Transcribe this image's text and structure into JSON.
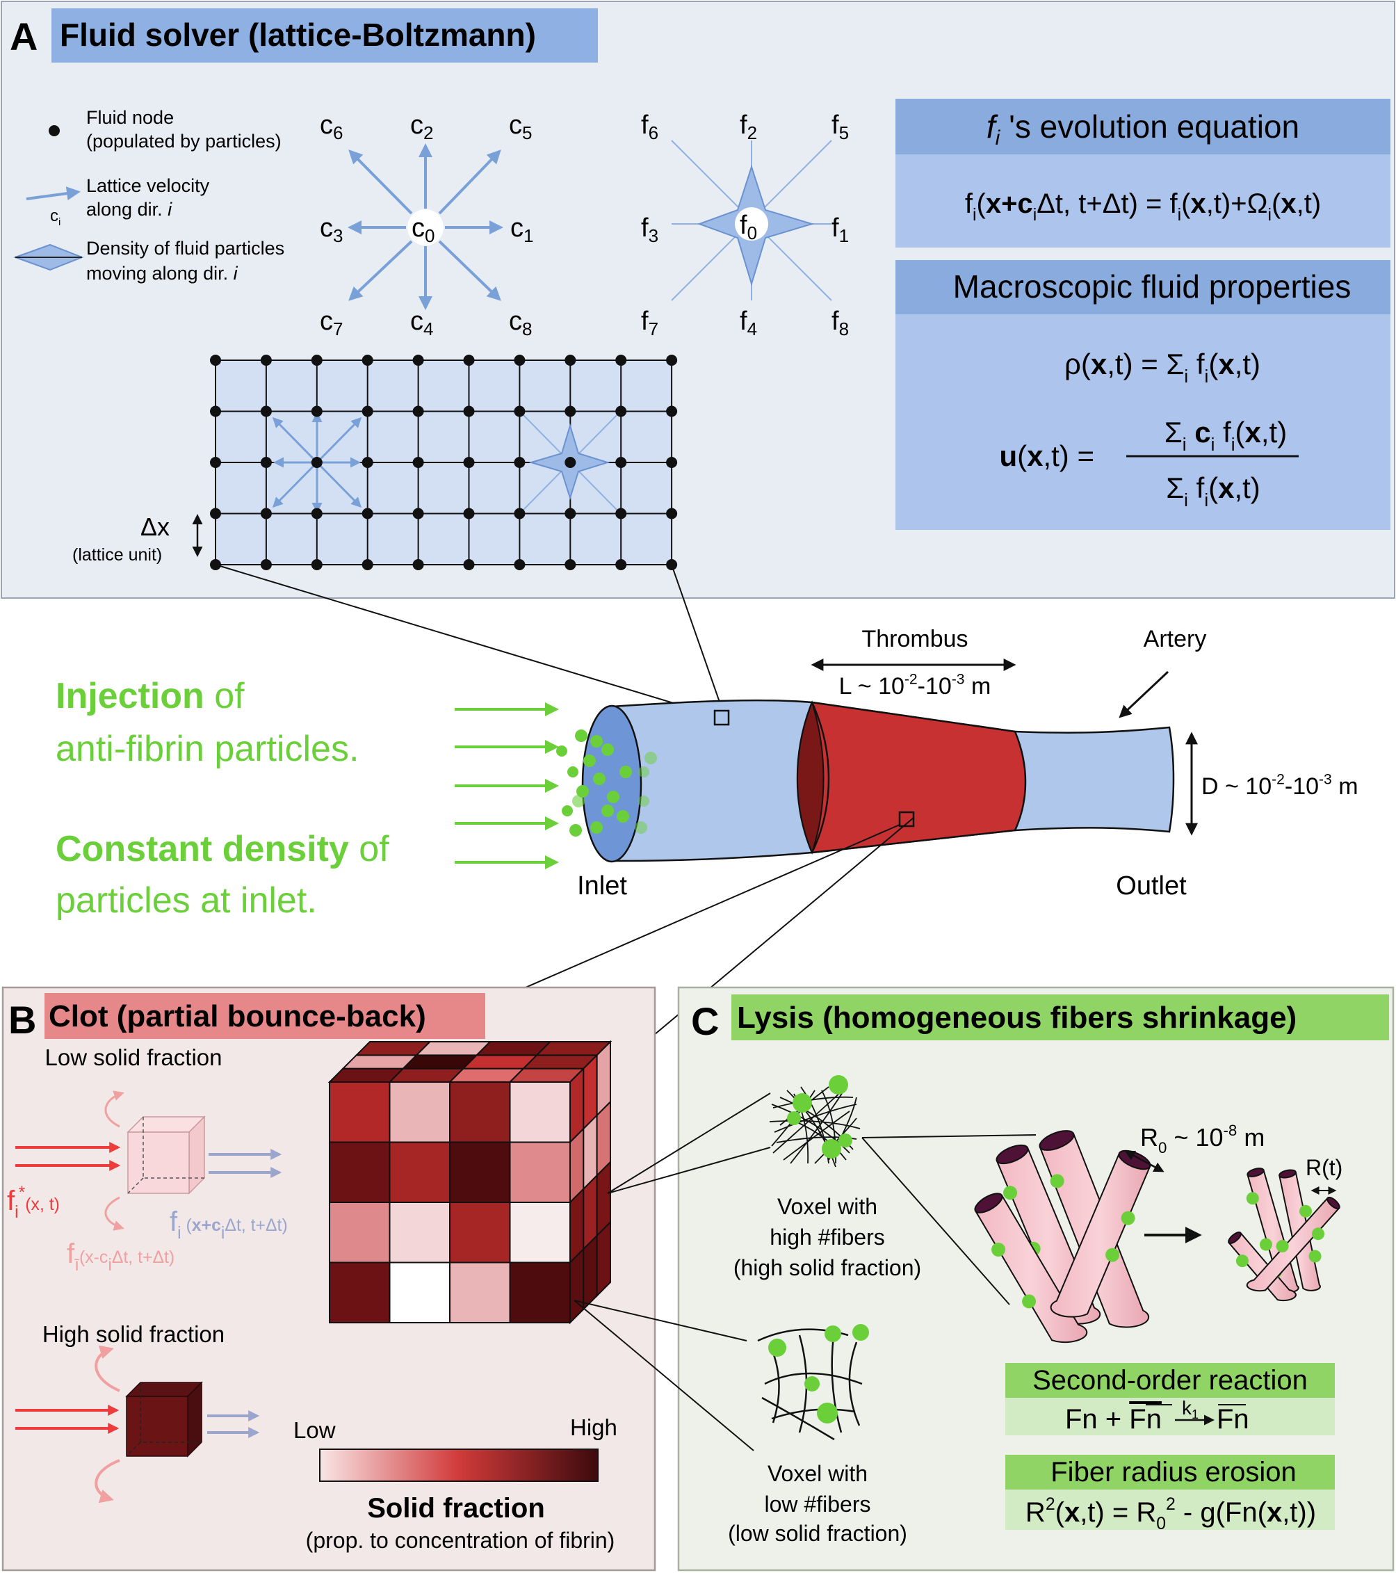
{
  "panelA": {
    "letter": "A",
    "title": "Fluid solver (lattice-Boltzmann)",
    "legend": {
      "node_line1": "Fluid node",
      "node_line2": "(populated by particles)",
      "ci_symbol": "c",
      "ci_sub": "i",
      "velocity_line1": "Lattice velocity",
      "velocity_line2": "along dir. ",
      "density_line1": "Density of fluid particles",
      "density_line2": "moving along dir. ",
      "dir_index": "i"
    },
    "velocity_labels": [
      {
        "s": "c",
        "n": "6"
      },
      {
        "s": "c",
        "n": "2"
      },
      {
        "s": "c",
        "n": "5"
      },
      {
        "s": "c",
        "n": "3"
      },
      {
        "s": "c",
        "n": "0"
      },
      {
        "s": "c",
        "n": "1"
      },
      {
        "s": "c",
        "n": "7"
      },
      {
        "s": "c",
        "n": "4"
      },
      {
        "s": "c",
        "n": "8"
      }
    ],
    "density_labels": [
      {
        "s": "f",
        "n": "6"
      },
      {
        "s": "f",
        "n": "2"
      },
      {
        "s": "f",
        "n": "5"
      },
      {
        "s": "f",
        "n": "3"
      },
      {
        "s": "f",
        "n": "0"
      },
      {
        "s": "f",
        "n": "1"
      },
      {
        "s": "f",
        "n": "7"
      },
      {
        "s": "f",
        "n": "4"
      },
      {
        "s": "f",
        "n": "8"
      }
    ],
    "lattice_dx": "Δx",
    "lattice_unit": "(lattice unit)",
    "evolution": {
      "header_f": "f",
      "header_i": "i",
      "header_rest": " 's evolution equation",
      "eq": [
        {
          "t": "f"
        },
        {
          "t": "i",
          "sub": true
        },
        {
          "t": "("
        },
        {
          "t": "x+c",
          "b": true
        },
        {
          "t": "i",
          "sub": true
        },
        {
          "t": "Δt, t+Δt) = f"
        },
        {
          "t": "i",
          "sub": true
        },
        {
          "t": "("
        },
        {
          "t": "x",
          "b": true
        },
        {
          "t": ",t)+Ω"
        },
        {
          "t": "i",
          "sub": true
        },
        {
          "t": "("
        },
        {
          "t": "x",
          "b": true
        },
        {
          "t": ",t)"
        }
      ]
    },
    "macro": {
      "header": "Macroscopic fluid properties",
      "rho": [
        {
          "t": "ρ("
        },
        {
          "t": "x",
          "b": true
        },
        {
          "t": ",t) = Σ"
        },
        {
          "t": "i",
          "sub": true
        },
        {
          "t": " f"
        },
        {
          "t": "i",
          "sub": true
        },
        {
          "t": "("
        },
        {
          "t": "x",
          "b": true
        },
        {
          "t": ",t)"
        }
      ],
      "u_lhs": [
        {
          "t": "u",
          "b": true
        },
        {
          "t": "("
        },
        {
          "t": "x",
          "b": true
        },
        {
          "t": ",t) ="
        }
      ],
      "u_num": [
        {
          "t": "Σ"
        },
        {
          "t": "i",
          "sub": true
        },
        {
          "t": " "
        },
        {
          "t": "c",
          "b": true
        },
        {
          "t": "i",
          "sub": true
        },
        {
          "t": " f"
        },
        {
          "t": "i",
          "sub": true
        },
        {
          "t": "("
        },
        {
          "t": "x",
          "b": true
        },
        {
          "t": ",t)"
        }
      ],
      "u_den": [
        {
          "t": "Σ"
        },
        {
          "t": "i",
          "sub": true
        },
        {
          "t": " f"
        },
        {
          "t": "i",
          "sub": true
        },
        {
          "t": "("
        },
        {
          "t": "x",
          "b": true
        },
        {
          "t": ",t)"
        }
      ]
    }
  },
  "middle": {
    "injection_bold": "Injection",
    "injection_rest": " of",
    "injection_line2": "anti-fibrin particles.",
    "density_bold": "Constant density",
    "density_rest": " of",
    "density_line2": "particles at inlet.",
    "thrombus_label": "Thrombus",
    "thrombus_size": [
      {
        "t": "L ~ 10"
      },
      {
        "t": "-2",
        "sup": true
      },
      {
        "t": "-10"
      },
      {
        "t": "-3",
        "sup": true
      },
      {
        "t": " m"
      }
    ],
    "artery_label": "Artery",
    "diameter": [
      {
        "t": "D ~ 10"
      },
      {
        "t": "-2",
        "sup": true
      },
      {
        "t": "-10"
      },
      {
        "t": "-3",
        "sup": true
      },
      {
        "t": " m"
      }
    ],
    "inlet": "Inlet",
    "outlet": "Outlet"
  },
  "panelB": {
    "letter": "B",
    "title": "Clot (partial bounce-back)",
    "low_solid": "Low solid fraction",
    "high_solid": "High solid fraction",
    "fstar": [
      {
        "t": "f"
      },
      {
        "t": "i",
        "sub": true
      },
      {
        "t": "*",
        "sup": true
      },
      {
        "t": "(x, t)",
        "small": true
      }
    ],
    "f_transmit": [
      {
        "t": "f"
      },
      {
        "t": "i",
        "sub": true
      },
      {
        "t": " (",
        "small": true
      },
      {
        "t": "x+c",
        "small": true,
        "b": true
      },
      {
        "t": "i",
        "sub": true
      },
      {
        "t": "Δt, t+Δt)",
        "small": true
      }
    ],
    "f_reflect": [
      {
        "t": "f"
      },
      {
        "t": "ī",
        "sub": true
      },
      {
        "t": "(x-c",
        "small": true
      },
      {
        "t": "i",
        "sub": true
      },
      {
        "t": "Δt, t+Δt)",
        "small": true
      }
    ],
    "colorbar_low": "Low",
    "colorbar_high": "High",
    "colorbar_title": "Solid fraction",
    "colorbar_subtitle": "(prop. to concentration of fibrin)",
    "colors": {
      "light": "#f9e5e6",
      "mid": "#d13a3a",
      "dark": "#3d0a0d"
    }
  },
  "panelC": {
    "letter": "C",
    "title": "Lysis (homogeneous fibers shrinkage)",
    "voxel_high": [
      "Voxel with",
      "high #fibers",
      "(high solid fraction)"
    ],
    "voxel_low": [
      "Voxel with",
      "low #fibers",
      "(low solid fraction)"
    ],
    "r0": [
      {
        "t": "R"
      },
      {
        "t": "0",
        "sub": true
      },
      {
        "t": " ~ 10"
      },
      {
        "t": "-8",
        "sup": true
      },
      {
        "t": " m"
      }
    ],
    "rt": "R(t)",
    "second_order_title": "Second-order reaction",
    "reaction_fn": "Fn",
    "reaction_plus": " + ",
    "reaction_fnbar": "Fn",
    "reaction_k": "k",
    "reaction_k_sub": "1",
    "erosion_title": "Fiber radius erosion",
    "erosion": [
      {
        "t": "R"
      },
      {
        "t": "2",
        "sup": true
      },
      {
        "t": "("
      },
      {
        "t": "x",
        "b": true
      },
      {
        "t": ",t) = R"
      },
      {
        "t": "0",
        "sub": true
      },
      {
        "t": "2",
        "sup": true
      },
      {
        "t": " - g(Fn("
      },
      {
        "t": "x",
        "b": true
      },
      {
        "t": ",t))"
      }
    ]
  }
}
